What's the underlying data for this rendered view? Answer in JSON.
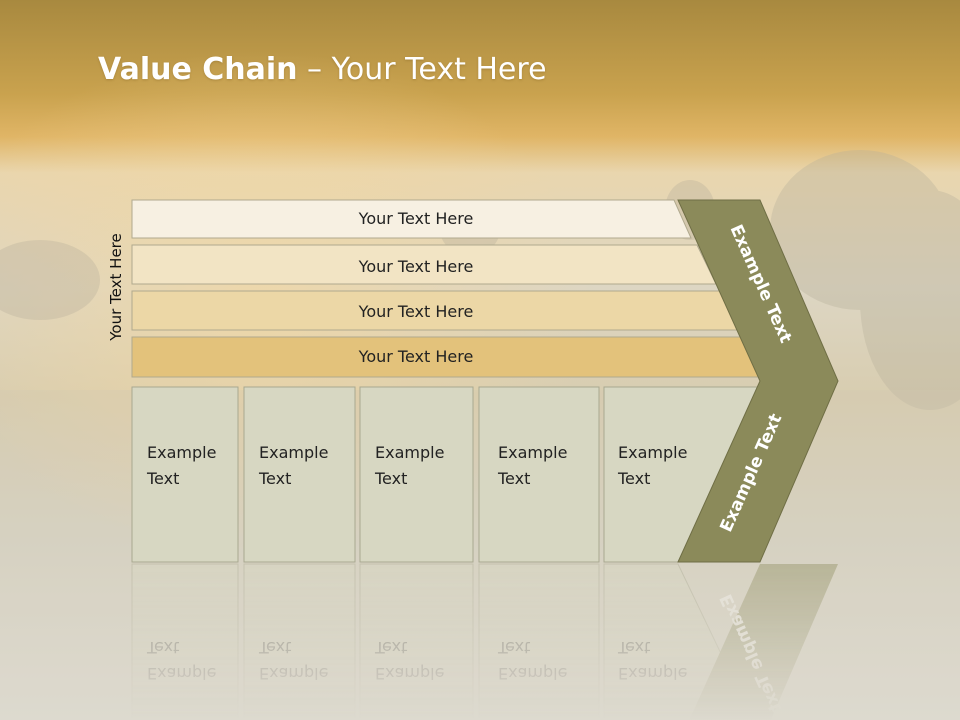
{
  "title": {
    "bold": "Value Chain",
    "rest": " – Your Text Here"
  },
  "side_label": "Your Text Here",
  "bars": [
    {
      "label": "Your Text Here",
      "color": "#f7f0e2"
    },
    {
      "label": "Your Text Here",
      "color": "#f2e4c4"
    },
    {
      "label": "Your Text Here",
      "color": "#ecd7a6"
    },
    {
      "label": "Your Text Here",
      "color": "#e3c27b"
    }
  ],
  "boxes": [
    {
      "line1": "Example",
      "line2": "Text"
    },
    {
      "line1": "Example",
      "line2": "Text"
    },
    {
      "line1": "Example",
      "line2": "Text"
    },
    {
      "line1": "Example",
      "line2": "Text"
    },
    {
      "line1": "Example",
      "line2": "Text"
    }
  ],
  "chevron_top_text": "Example Text",
  "chevron_bottom_text": "Example Text",
  "colors": {
    "header_gold": "#c9a24e",
    "chevron": "#8b8a5a",
    "box_fill": "#d7d7c2",
    "box_stroke": "#a8a890"
  }
}
